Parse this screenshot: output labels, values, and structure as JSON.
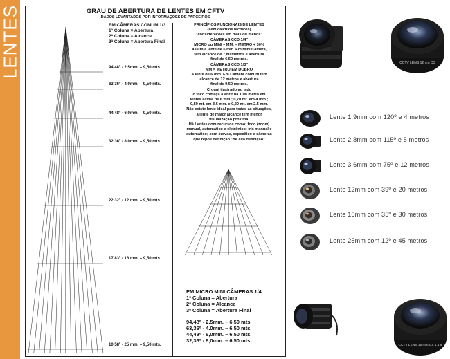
{
  "side_label": "LENTES",
  "doc": {
    "title": "GRAU DE ABERTURA DE LENTES EM CFTV",
    "subtitle": "DADOS LEVANTADOS POR INFORMAÇÕES DE PARCEIROS",
    "legend": [
      "EM CÂMERAS COMUM 1/3",
      "1ª Coluna = Abertura",
      "2ª Coluna = Alcance",
      "3ª Coluna = Abertura Final"
    ],
    "levels": [
      "94,48º - 2.5mm. – 9,50 mts.",
      "63,36º - 4.0mm. – 9,50 mts.",
      "44,48º - 6.0mm. – 9,50 mts.",
      "32,36º - 8.0mm. – 9,50 mts.",
      "22,32º - 12 mm. – 9,50 mts.",
      "17,83º - 16 mm. – 9,50 mts.",
      "10,58º - 25 mm. – 9,50 mts."
    ],
    "principles": [
      "PRINCÍPIOS FUNCIONAIS DE LENTES",
      "(sem cálculos técnicos)",
      "\"considerações em mais ou menos\"",
      "CÂMERAS CCD 1/4\"",
      "MICRO ou MINI – MM. = METRO + 30%",
      "Assim a lente de 6 mm. Em Mini Câmera,",
      "tem alcance de 7,80 metros e abertura",
      "final de 6,50 metros.",
      "CÂMERAS CCD 1/3\"",
      "MM = METRO EM DOBRO",
      "A lente de 6 mm. Em Câmera comum tem",
      "alcance de 12 metros e abertura",
      "final de 9,50 metros.",
      "Croqui ilustrado ao lado",
      "o foco começa a abrir há 1,00 metro em",
      "lentes acima de 6 mm.; 0,70 mt. em 4 mm.;",
      "0,50 mt. em 3.6 mm. e 0,20 mt. em 2.5 mm.",
      "Não existe lente ideal para todas as situações,",
      "a lente de maior alcance tem menor",
      "visualização próxima.",
      "Há Lentes com recursos como; foco (zoom)",
      "manual, automático e eletrônico; íris manual e",
      "automático; com curvas, específico e câmeras",
      "que repõe definição \"de alta definição\""
    ],
    "micro": {
      "title": "EM MICRO MINI CÂMERAS 1/4",
      "legend": [
        "1ª Coluna = Abertura",
        "2ª Coluna = Alcance",
        "3ª Coluna = Abertura Final"
      ],
      "levels": [
        "94,48º - 2.5mm. – 6,50 mts.",
        "63,36º - 4.0mm. – 6,50 mts.",
        "44,48º - 6,0mm. – 6,50 mts.",
        "32,36º - 8,0mm. – 6,50 mts."
      ]
    }
  },
  "lenses": [
    {
      "label": "Lente 1,9mm com 120º e 4 metros",
      "icon": "lens-icon"
    },
    {
      "label": "Lente 2,8mm com 115º e 5 metros",
      "icon": "lens-icon"
    },
    {
      "label": "Lente 3,6mm com 75º e 12 metros",
      "icon": "lens-icon"
    },
    {
      "label": "Lente 12mm com 39º e 20 metros",
      "icon": "lens-icon"
    },
    {
      "label": "Lente 16mm com 35º e 30 metros",
      "icon": "lens-icon"
    },
    {
      "label": "Lente 25mm com 12º e 45 metros",
      "icon": "lens-icon"
    }
  ],
  "photos": {
    "cs_lens_engraving": "CCTV LENS 12mm CS",
    "bottom_lens_engraving": "CCTV LENS 16 mm CS 1:1.6"
  },
  "colors": {
    "accent": "#e8973f"
  }
}
